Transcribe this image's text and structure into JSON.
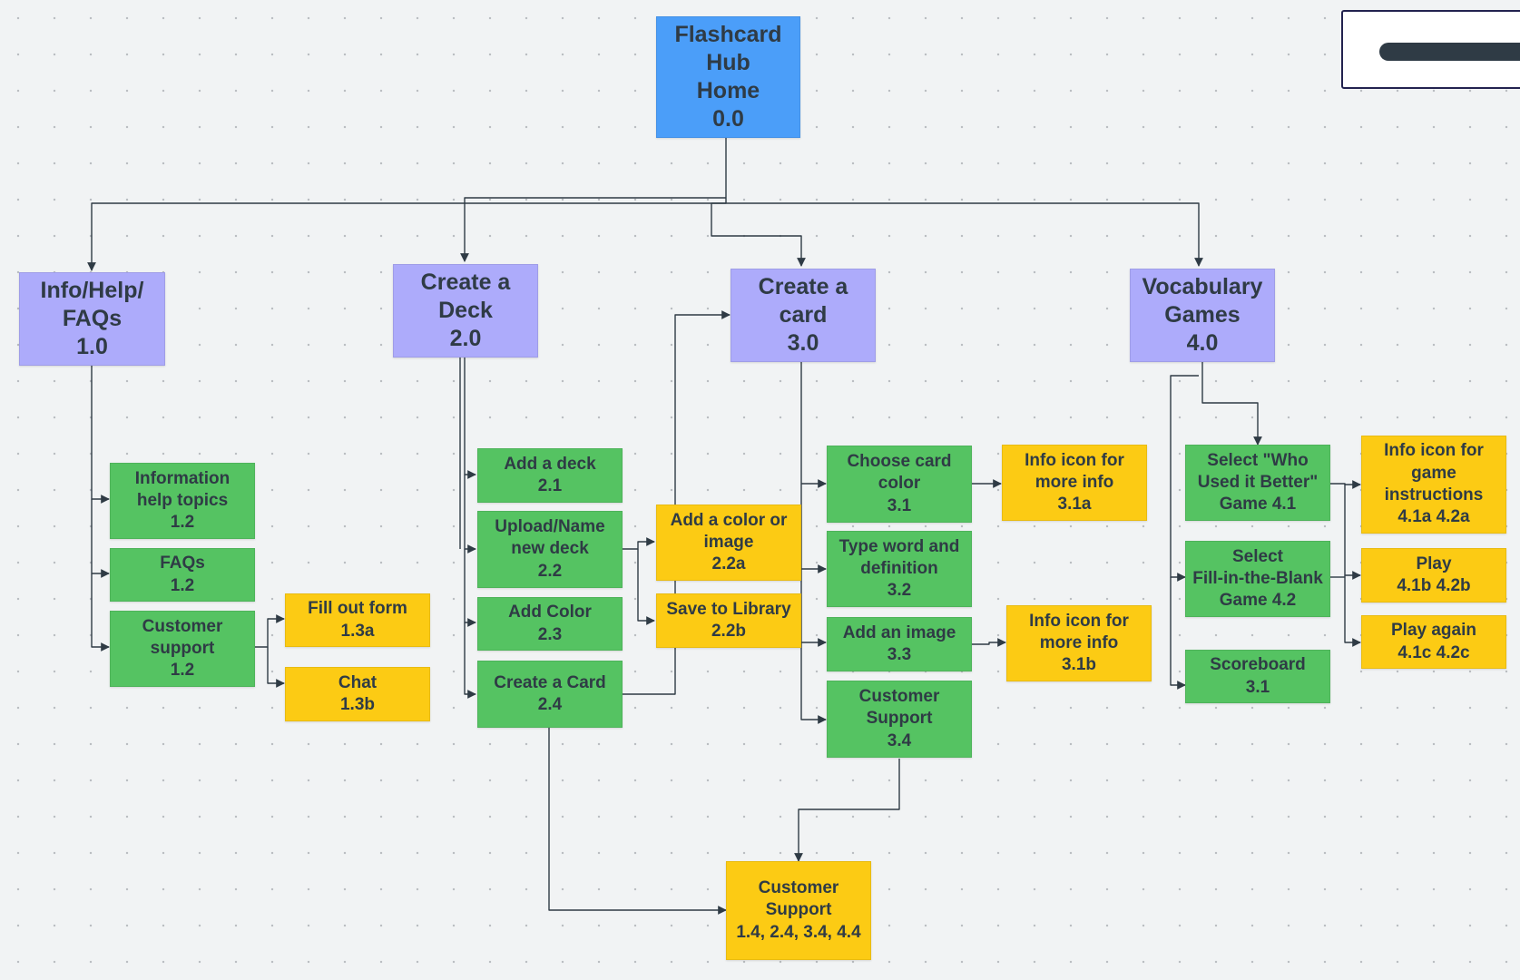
{
  "colors": {
    "root": "#4b9ef9",
    "level1": "#adabfb",
    "level2": "#55c362",
    "level3": "#fccb14",
    "connector": "#2f3b45"
  },
  "nodes": {
    "home": "Flashcard\nHub\nHome\n0.0",
    "info_help_faqs": "Info/Help/\nFAQs\n1.0",
    "create_deck": "Create a\nDeck\n2.0",
    "create_card": "Create a\ncard\n3.0",
    "vocab_games": "Vocabulary\nGames\n4.0",
    "info_topics": "Information\nhelp topics\n1.2",
    "faqs": "FAQs\n1.2",
    "customer_support_1": "Customer\nsupport\n1.2",
    "fill_form": "Fill out form\n1.3a",
    "chat": "Chat\n1.3b",
    "add_deck": "Add a deck\n2.1",
    "upload_name_deck": "Upload/Name\nnew deck\n2.2",
    "add_color_deck": "Add Color\n2.3",
    "create_card_2": "Create a Card\n2.4",
    "add_color_image": "Add a color or\nimage\n2.2a",
    "save_library": "Save to Library\n2.2b",
    "choose_card_color": "Choose card\ncolor\n3.1",
    "type_word": "Type word and\ndefinition\n3.2",
    "add_image": "Add an image\n3.3",
    "customer_support_3": "Customer\nSupport\n3.4",
    "info_icon_31a": "Info icon for\nmore info\n3.1a",
    "info_icon_31b": "Info icon for\nmore info\n3.1b",
    "select_who": "Select \"Who\nUsed it Better\"\nGame 4.1",
    "select_fill": "Select\nFill-in-the-Blank\nGame 4.2",
    "scoreboard": "Scoreboard\n3.1",
    "info_game_instructions": "Info icon for\ngame\ninstructions\n4.1a 4.2a",
    "play": "Play\n4.1b 4.2b",
    "play_again": "Play again\n4.1c 4.2c",
    "customer_support_all": "Customer\nSupport\n1.4, 2.4, 3.4, 4.4"
  }
}
